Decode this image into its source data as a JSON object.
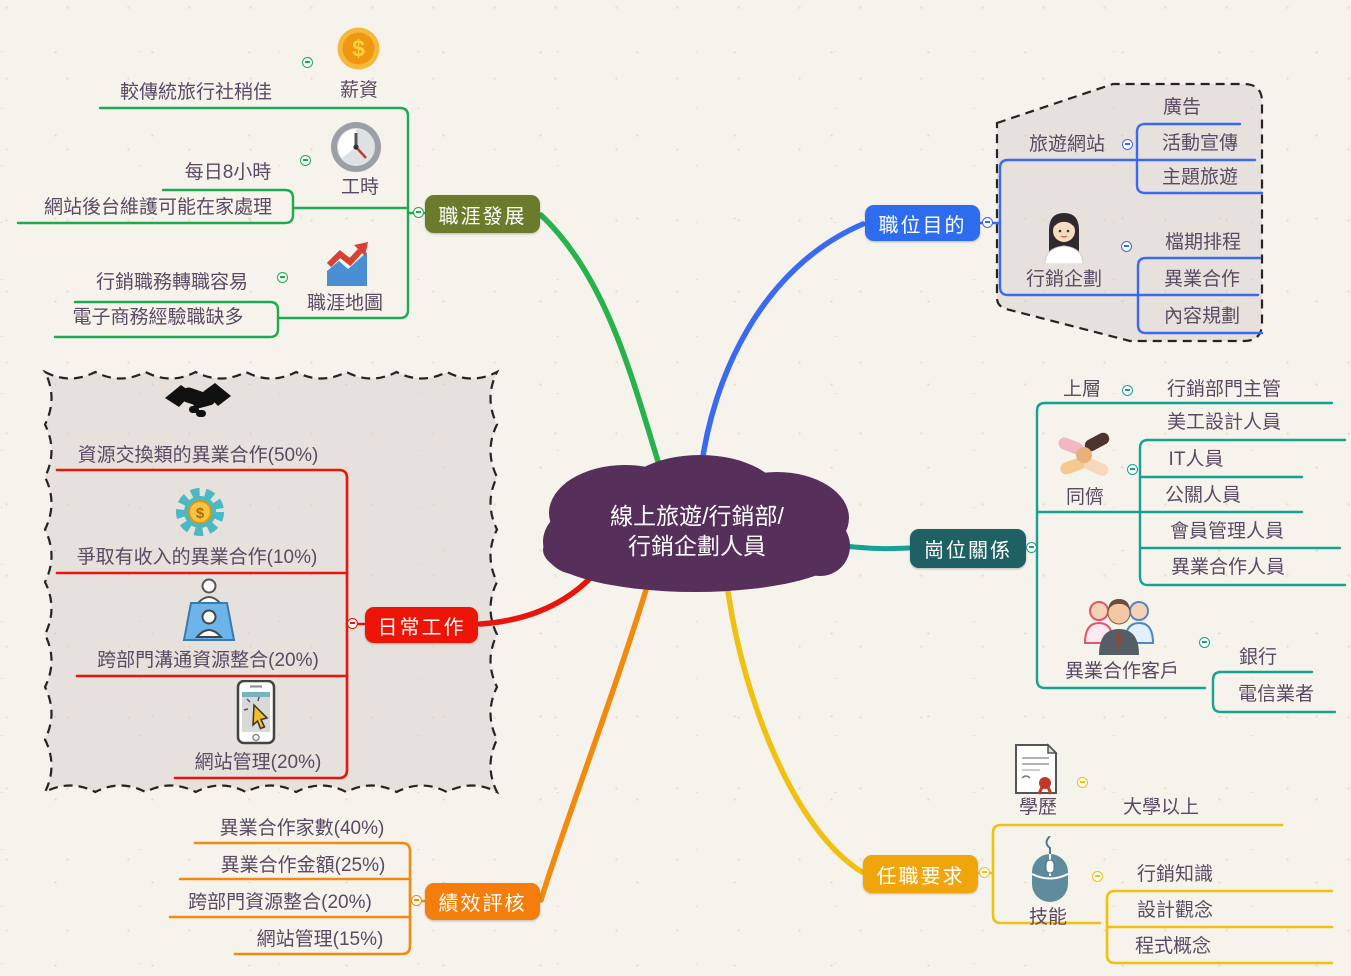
{
  "root": {
    "label_line1": "線上旅遊/行銷部/",
    "label_line2": "行銷企劃人員"
  },
  "branches": {
    "career": {
      "label": "職涯發展",
      "children": [
        {
          "label": "薪資",
          "icon": "coin-dollar-icon",
          "items": [
            "較傳統旅行社稍佳"
          ]
        },
        {
          "label": "工時",
          "icon": "clock-icon",
          "items": [
            "每日8小時",
            "網站後台維護可能在家處理"
          ]
        },
        {
          "label": "職涯地圖",
          "icon": "career-chart-icon",
          "items": [
            "行銷職務轉職容易",
            "電子商務經驗職缺多"
          ]
        }
      ]
    },
    "purpose": {
      "label": "職位目的",
      "children": [
        {
          "label": "旅遊網站",
          "items": [
            "廣告",
            "活動宣傳",
            "主題旅遊"
          ]
        },
        {
          "label": "行銷企劃",
          "icon": "marketer-avatar-icon",
          "items": [
            "檔期排程",
            "異業合作",
            "內容規劃"
          ]
        }
      ]
    },
    "relations": {
      "label": "崗位關係",
      "children": [
        {
          "label": "上層",
          "items": [
            "行銷部門主管"
          ]
        },
        {
          "label": "同儕",
          "icon": "hands-together-icon",
          "items": [
            "美工設計人員",
            "IT人員",
            "公關人員",
            "會員管理人員",
            "異業合作人員"
          ]
        },
        {
          "label": "異業合作客戶",
          "icon": "people-group-icon",
          "items": [
            "銀行",
            "電信業者"
          ]
        }
      ]
    },
    "daily": {
      "label": "日常工作",
      "children": [
        {
          "label": "資源交換類的異業合作(50%)",
          "icon": "handshake-icon"
        },
        {
          "label": "爭取有收入的異業合作(10%)",
          "icon": "gear-coin-icon"
        },
        {
          "label": "跨部門溝通資源整合(20%)",
          "icon": "presenter-icon"
        },
        {
          "label": "網站管理(20%)",
          "icon": "phone-click-icon"
        }
      ]
    },
    "performance": {
      "label": "績效評核",
      "children": [
        {
          "label": "異業合作家數(40%)"
        },
        {
          "label": "異業合作金額(25%)"
        },
        {
          "label": "跨部門資源整合(20%)"
        },
        {
          "label": "網站管理(15%)"
        }
      ]
    },
    "requirements": {
      "label": "任職要求",
      "children": [
        {
          "label": "學歷",
          "icon": "certificate-icon",
          "items": [
            "大學以上"
          ]
        },
        {
          "label": "技能",
          "icon": "mouse-icon",
          "items": [
            "行銷知識",
            "設計觀念",
            "程式概念"
          ]
        }
      ]
    }
  },
  "colors": {
    "background": "#f6f3ec",
    "root_fill": "#56305a",
    "career_button": "#6b7b2b",
    "career_line": "#1cab51",
    "purpose_button": "#2e6cef",
    "purpose_line": "#3a6af0",
    "relations_button": "#1e6064",
    "relations_line": "#16a195",
    "daily_button": "#ed1408",
    "daily_line": "#e8150a",
    "performance_button": "#f57d0c",
    "performance_line": "#f28a10",
    "requirements_button": "#f0a60b",
    "requirements_line": "#f0c012"
  }
}
